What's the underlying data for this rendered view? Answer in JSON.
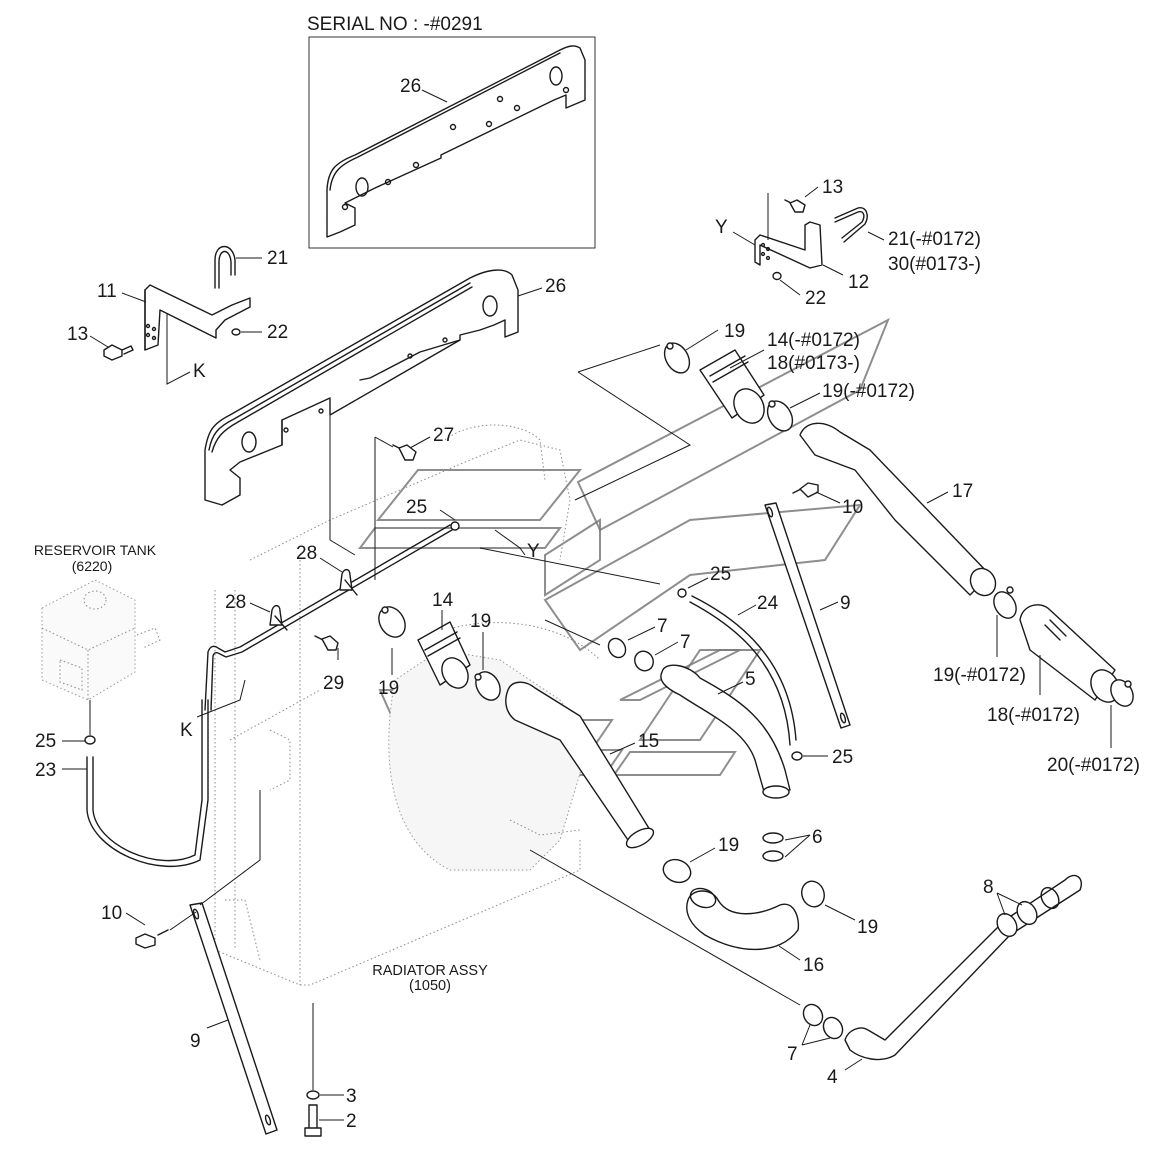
{
  "inset": {
    "title": "SERIAL NO : -#0291",
    "part_label": "26"
  },
  "assemblies": {
    "reservoir": {
      "name": "RESERVOIR TANK",
      "code": "(6220)"
    },
    "radiator": {
      "name": "RADIATOR ASSY",
      "code": "(1050)"
    }
  },
  "callouts": {
    "c21_top_right": "21(-#0172)",
    "c30_top_right": "30(#0173-)",
    "c13_top_right": "13",
    "c12": "12",
    "c22_top_right": "22",
    "cY_top_right": "Y",
    "c21_left": "21",
    "c11": "11",
    "c13_left": "13",
    "c22_left": "22",
    "cK_left_bracket": "K",
    "c26_main": "26",
    "c27": "27",
    "c25_pipe": "25",
    "cY_pipe": "Y",
    "c28_upper": "28",
    "c28_lower": "28",
    "c29": "29",
    "c14": "14",
    "c19_a": "19",
    "c19_b": "19",
    "cK_tank": "K",
    "c25_tank": "25",
    "c23": "23",
    "c19_top": "19",
    "c14_18_line1": "14(-#0172)",
    "c14_18_line2": "18(#0173-)",
    "c19_0172_top": "19(-#0172)",
    "c10_right": "10",
    "c17": "17",
    "c25_mid": "25",
    "c24": "24",
    "c9_right": "9",
    "c7_a": "7",
    "c7_b": "7",
    "c5": "5",
    "c15": "15",
    "c25_bottom": "25",
    "c19_0172_right": "19(-#0172)",
    "c18_0172_right": "18(-#0172)",
    "c20_0172": "20(-#0172)",
    "c6": "6",
    "c19_c": "19",
    "c19_d": "19",
    "c16": "16",
    "c8": "8",
    "c7_bottom": "7",
    "c4": "4",
    "c10_left": "10",
    "c9_left": "9",
    "c3": "3",
    "c2": "2"
  }
}
